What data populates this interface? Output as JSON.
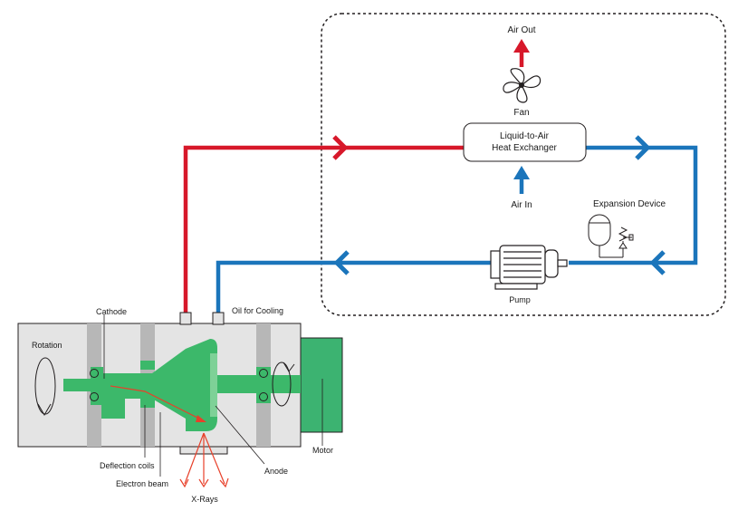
{
  "labels": {
    "air_out": "Air Out",
    "fan": "Fan",
    "heat_exchanger_line1": "Liquid-to-Air",
    "heat_exchanger_line2": "Heat Exchanger",
    "air_in": "Air In",
    "expansion_device": "Expansion Device",
    "pump": "Pump",
    "oil_for_cooling": "Oil for Cooling",
    "cathode": "Cathode",
    "rotation": "Rotation",
    "motor": "Motor",
    "deflection_coils": "Deflection coils",
    "electron_beam": "Electron beam",
    "anode": "Anode",
    "x_rays": "X-Rays"
  },
  "colors": {
    "hot_pipe": "#d7182a",
    "cold_pipe": "#1b75bb",
    "tube_green": "#3cb86a",
    "motor_green": "#3cb371",
    "housing_gray": "#e4e4e4",
    "bearing_gray": "#b7b7b7",
    "beam_red": "#e8402a",
    "outline": "#231f20"
  },
  "icons": [
    "fan-icon",
    "pump-icon",
    "expansion-device-icon",
    "rotation-arrow-icon"
  ]
}
